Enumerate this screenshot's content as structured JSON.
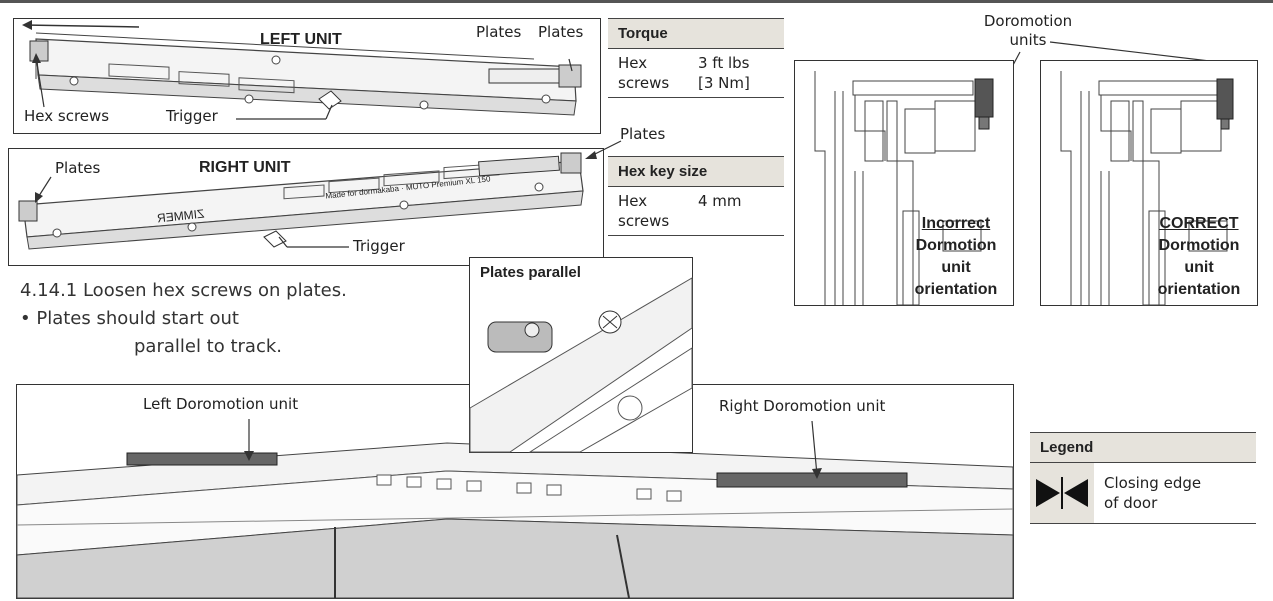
{
  "top_rule_color": "#555555",
  "left_unit": {
    "title": "LEFT UNIT",
    "label_plates_a": "Plates",
    "label_plates_b": "Plates",
    "label_hex": "Hex screws",
    "label_trigger": "Trigger"
  },
  "right_unit": {
    "title": "RIGHT UNIT",
    "label_plates_left": "Plates",
    "label_plates_right": "Plates",
    "label_trigger": "Trigger",
    "stamp_text": "Made for dormakaba · MUTO Premium XL 150",
    "brand_text": "ZIMMER"
  },
  "torque_table": {
    "header": "Torque",
    "row_label_line1": "Hex",
    "row_label_line2": "screws",
    "row_value_line1": "3 ft lbs",
    "row_value_line2": "[3 Nm]"
  },
  "hex_table": {
    "header": "Hex key size",
    "row_label_line1": "Hex",
    "row_label_line2": "screws",
    "row_value": "4 mm"
  },
  "doromotion_label_line1": "Doromotion",
  "doromotion_label_line2": "units",
  "incorrect_caption": {
    "line1": "Incorrect",
    "line2": "Dormotion",
    "line3": "unit",
    "line4": "orientation"
  },
  "correct_caption": {
    "line1": "CORRECT",
    "line2": "Dormotion",
    "line3": "unit",
    "line4": "orientation"
  },
  "instructions": {
    "step": "4.14.1  Loosen hex screws on plates.",
    "bullet_line1": "• Plates should start out",
    "bullet_line2": "parallel to track."
  },
  "plates_parallel_title": "Plates parallel",
  "bottom_panel": {
    "left_label": "Left Doromotion unit",
    "right_label": "Right Doromotion unit"
  },
  "legend": {
    "header": "Legend",
    "item_line1": "Closing edge",
    "item_line2": "of door",
    "header_bg": "#e6e3dc"
  }
}
